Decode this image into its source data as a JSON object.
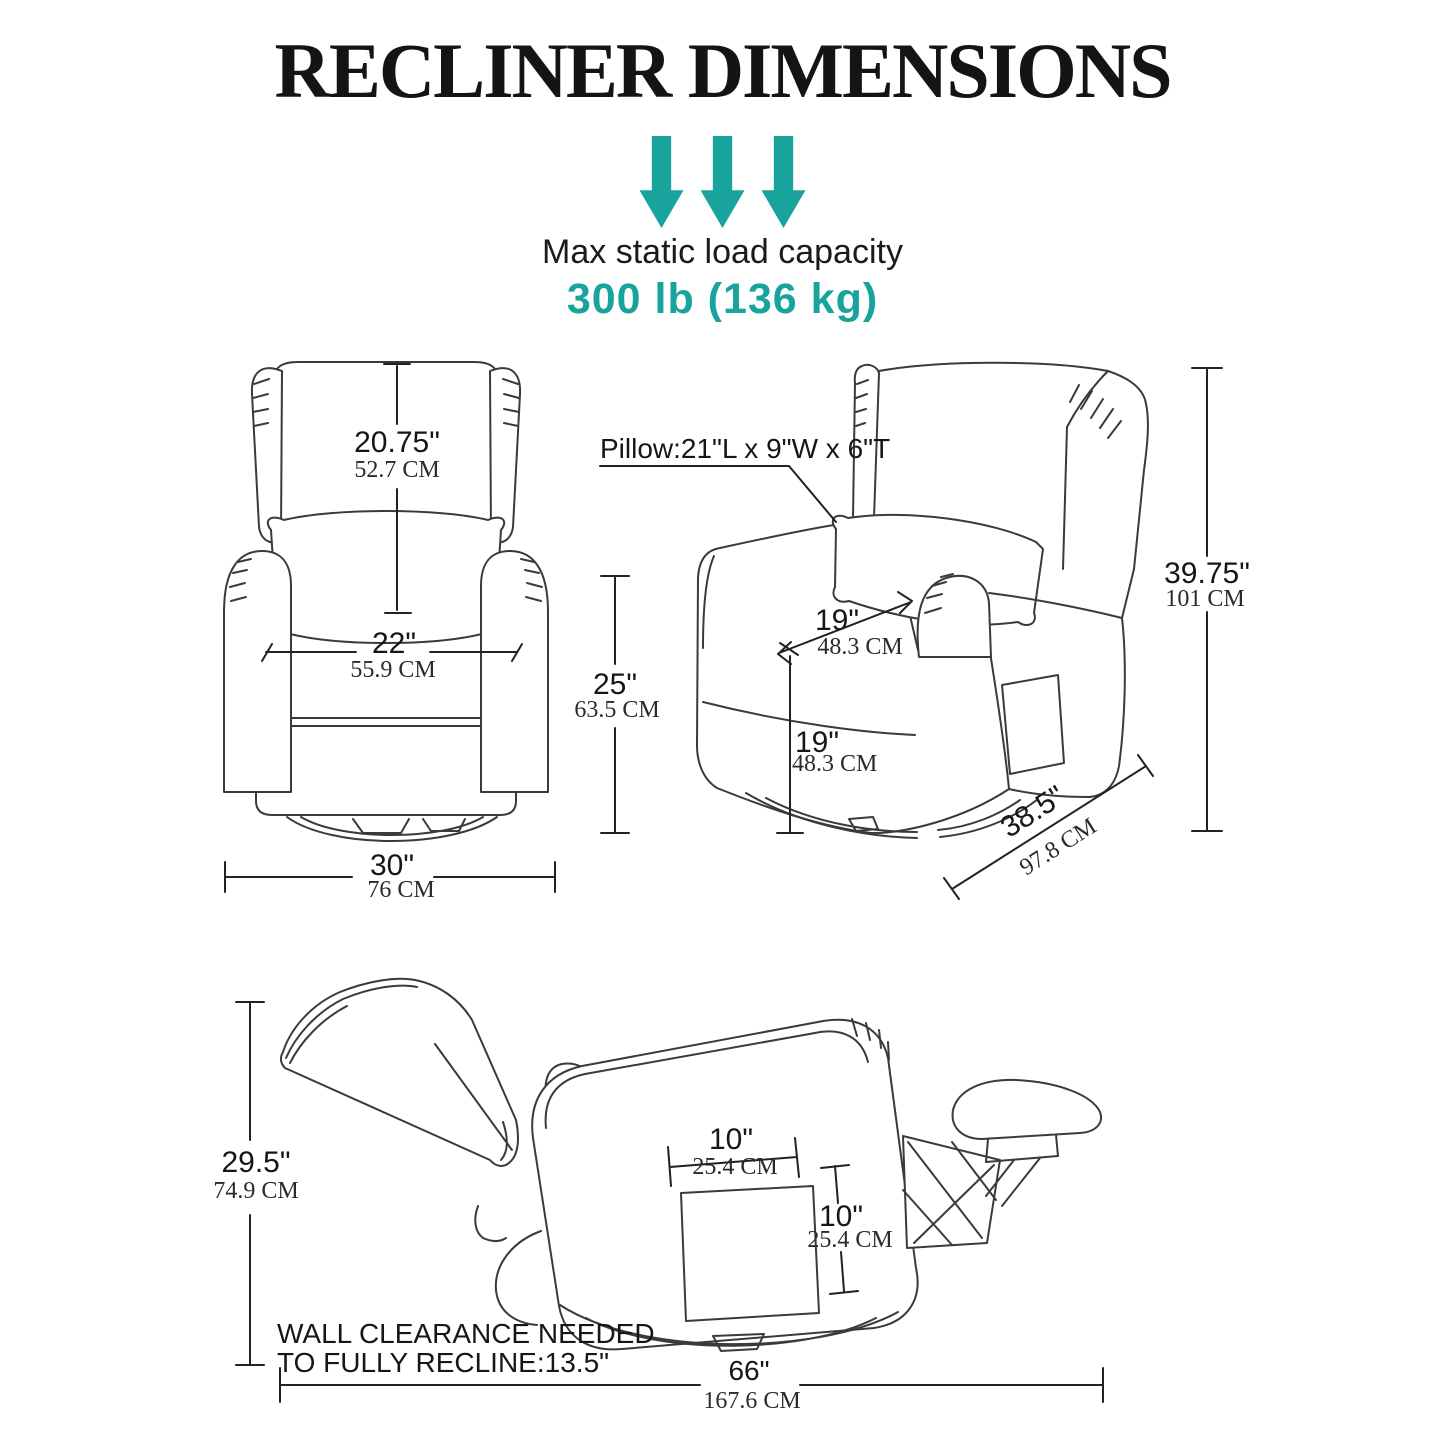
{
  "title": "RECLINER DIMENSIONS",
  "load_capacity": {
    "label": "Max static load capacity",
    "value": "300 lb (136 kg)"
  },
  "icons": {
    "load_arrows": "down-arrow-icon",
    "arrow_count": 3
  },
  "colors": {
    "accent_teal": "#18a39d",
    "line_dark": "#3a3a3a",
    "text_black": "#161616"
  },
  "front_view": {
    "back_height": {
      "in": "20.75\"",
      "cm": "52.7 CM"
    },
    "seat_width": {
      "in": "22\"",
      "cm": "55.9 CM"
    },
    "overall_width": {
      "in": "30\"",
      "cm": "76 CM"
    },
    "armrest_height": {
      "in": "25\"",
      "cm": "63.5 CM"
    }
  },
  "side_view": {
    "pillow_note": "Pillow:21\"L x 9\"W x 6\"T",
    "seat_depth": {
      "in": "19\"",
      "cm": "48.3 CM"
    },
    "seat_height": {
      "in": "19\"",
      "cm": "48.3 CM"
    },
    "overall_height": {
      "in": "39.75\"",
      "cm": "101 CM"
    },
    "overall_depth": {
      "in": "38.5\"",
      "cm": "97.8 CM"
    }
  },
  "reclined_view": {
    "reclined_height": {
      "in": "29.5\"",
      "cm": "74.9 CM"
    },
    "base_plate_width": {
      "in": "10\"",
      "cm": "25.4 CM"
    },
    "base_plate_depth": {
      "in": "10\"",
      "cm": "25.4 CM"
    },
    "wall_clearance_line1": "WALL CLEARANCE NEEDED",
    "wall_clearance_line2": "TO FULLY RECLINE:13.5\"",
    "reclined_length": {
      "in": "66\"",
      "cm": "167.6 CM"
    }
  }
}
